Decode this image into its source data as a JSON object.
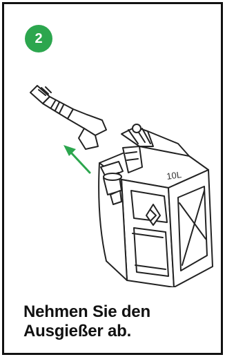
{
  "step": {
    "number": "2",
    "badge_color": "#2ca64e"
  },
  "illustration": {
    "can_label": "10L",
    "icons": [
      "nozzle-icon",
      "jerrycan-icon",
      "arrow-icon"
    ],
    "arrow_color": "#2ca64e"
  },
  "caption": {
    "line1": "Nehmen Sie den",
    "line2": "Ausgießer ab."
  }
}
